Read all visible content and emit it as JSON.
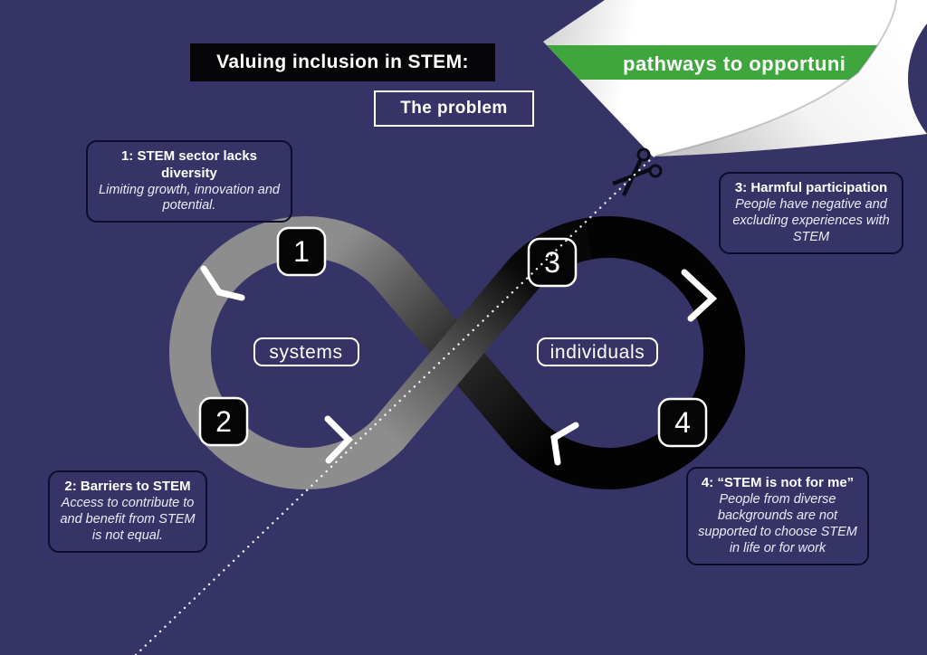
{
  "header": {
    "title": "Valuing inclusion in STEM:",
    "subtitle": "The problem"
  },
  "banner": {
    "text": "pathways to opportuni",
    "color": "#3ea63c"
  },
  "loop": {
    "left_label": "systems",
    "right_label": "individuals",
    "badges": [
      "1",
      "2",
      "3",
      "4"
    ],
    "left_color": "#8d8d8d",
    "right_color": "#030303"
  },
  "callouts": [
    {
      "title": "1: STEM sector lacks diversity",
      "body": "Limiting growth, innovation and potential."
    },
    {
      "title": "2: Barriers to STEM",
      "body": "Access to contribute to and benefit from STEM is not equal."
    },
    {
      "title": "3: Harmful participation",
      "body": "People have negative and excluding experiences with STEM"
    },
    {
      "title": "4: “STEM is not for me”",
      "body": "People from diverse backgrounds are not supported to choose STEM in life or for work"
    }
  ],
  "colors": {
    "background": "#363467",
    "callout_border": "#0d0d2b",
    "title_box_bg": "#060609"
  }
}
